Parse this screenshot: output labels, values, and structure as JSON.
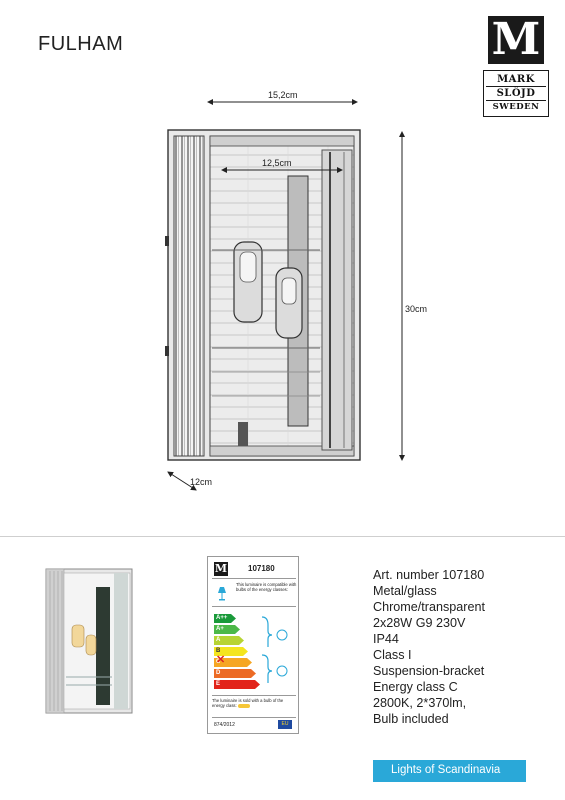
{
  "title": "FULHAM",
  "logo": {
    "mark": "M",
    "line1": "MARK",
    "line2": "SLÖJD",
    "line3": "SWEDEN"
  },
  "dimensions": {
    "width": "15,2cm",
    "inner_width": "12,5cm",
    "height": "30cm",
    "depth": "12cm"
  },
  "energy_label": {
    "article": "107180",
    "compat_text": "This luminaire is compatible with bulbs of the energy classes:",
    "classes": [
      "A++",
      "A+",
      "A",
      "B",
      "C",
      "D",
      "E"
    ],
    "class_colors": [
      "#1a9a3a",
      "#4cb848",
      "#b7d433",
      "#f4e51e",
      "#f6a623",
      "#ec6b25",
      "#e2231a"
    ],
    "sold_text": "The luminaire is sold with a bulb of the energy class:",
    "regulation": "874/2012",
    "eu": "EU"
  },
  "specs": [
    "Art. number 107180",
    "Metal/glass",
    "Chrome/transparent",
    "2x28W  G9 230V",
    "IP44",
    "Class I",
    "Suspension-bracket",
    "Energy class C",
    "2800K, 2*370lm,",
    "Bulb included"
  ],
  "footer": "Lights of Scandinavia"
}
